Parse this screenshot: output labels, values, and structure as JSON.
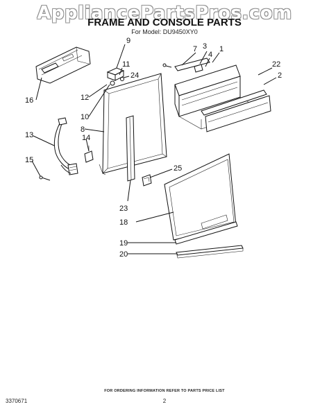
{
  "watermark": "AppliancePartsPros.com",
  "title": "FRAME AND CONSOLE PARTS",
  "model_line": "For Model: DU9450XY0",
  "footer_note": "FOR ORDERING INFORMATION REFER TO PARTS PRICE LIST",
  "doc_number": "3370671",
  "page_number": "2",
  "callouts": {
    "c9": "9",
    "c7": "7",
    "c3": "3",
    "c4": "4",
    "c1": "1",
    "c11": "11",
    "c24": "24",
    "c22": "22",
    "c2": "2",
    "c16": "16",
    "c12": "12",
    "c10": "10",
    "c8": "8",
    "c13": "13",
    "c14": "14",
    "c15": "15",
    "c25": "25",
    "c23": "23",
    "c18": "18",
    "c19": "19",
    "c20": "20"
  }
}
